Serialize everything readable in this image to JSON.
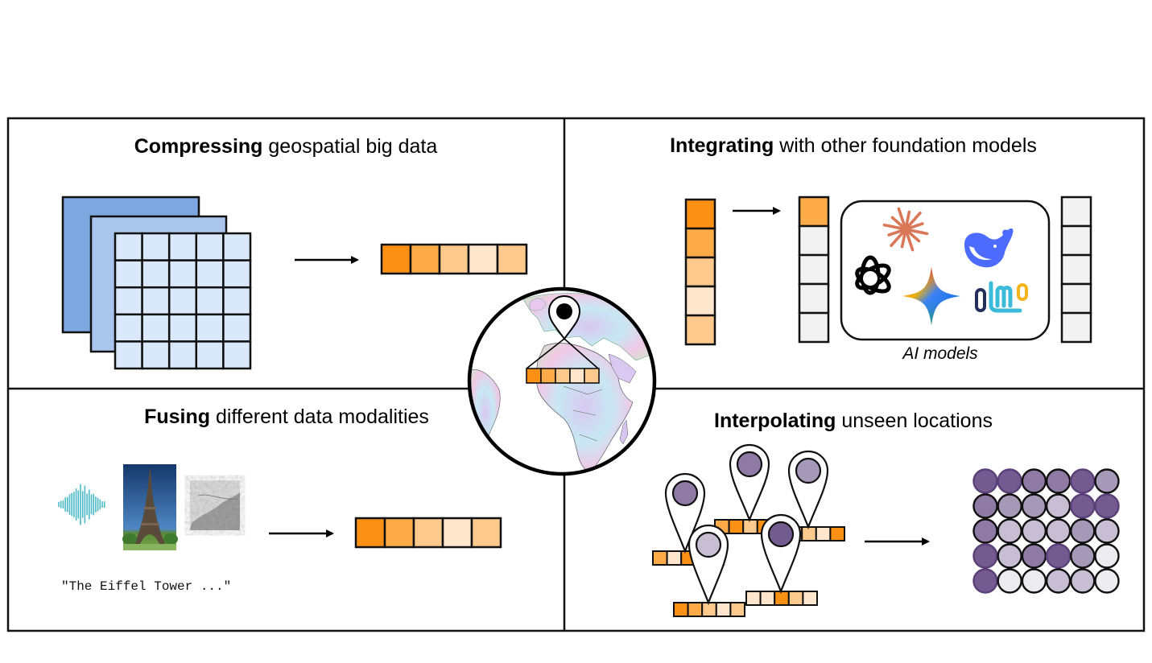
{
  "palette": {
    "orange": [
      "#fb9114",
      "#fdab48",
      "#fec98c",
      "#ffe6cd"
    ],
    "blue_layers": [
      "#7da7df",
      "#a9c5eb",
      "#dae8fb"
    ],
    "purple": [
      "#735b90",
      "#8e7aa5",
      "#a698b7",
      "#c7bed4",
      "#ecebf0"
    ],
    "empty_cell": "#f2f2f2"
  },
  "panels": {
    "compressing": {
      "title_bold": "Compressing",
      "title_rest": " geospatial big data",
      "grid_rows": 5,
      "grid_cols": 5,
      "output_vector": [
        0,
        1,
        2,
        3,
        2
      ]
    },
    "integrating": {
      "title_bold": "Integrating",
      "title_rest": " with other foundation models",
      "input_vector": [
        0,
        1,
        2,
        3,
        2
      ],
      "token_vector": [
        1,
        "e",
        "e",
        "e",
        "e"
      ],
      "output_vector": [
        "e",
        "e",
        "e",
        "e",
        "e"
      ],
      "ai_models_label": "AI models",
      "ai_logos": [
        "claude-logo",
        "openai-logo",
        "gemini-logo",
        "deepseek-logo",
        "olmo-logo"
      ]
    },
    "fusing": {
      "title_bold": "Fusing",
      "title_rest": " different data modalities",
      "modalities": [
        "audio-waveform",
        "eiffel-tower-photo",
        "satellite-image"
      ],
      "text_sample": "\"The Eiffel Tower ...\"",
      "output_vector": [
        0,
        1,
        2,
        3,
        2
      ]
    },
    "interpolating": {
      "title_bold": "Interpolating",
      "title_rest": " unseen locations",
      "pins": [
        {
          "purple": 1,
          "vector": [
            1,
            3,
            0,
            0,
            2
          ]
        },
        {
          "purple": 1,
          "vector": [
            1,
            0,
            2,
            0,
            3
          ]
        },
        {
          "purple": 2,
          "vector": [
            0,
            1,
            2,
            3,
            0
          ]
        },
        {
          "purple": 3,
          "vector": [
            0,
            1,
            2,
            3,
            2
          ]
        },
        {
          "purple": 0,
          "vector": [
            3,
            3,
            0,
            2,
            3
          ]
        }
      ],
      "output_grid": [
        [
          0,
          0,
          1,
          1,
          0,
          2
        ],
        [
          1,
          2,
          2,
          3,
          0,
          0
        ],
        [
          1,
          3,
          3,
          3,
          2,
          3
        ],
        [
          0,
          3,
          1,
          0,
          2,
          4
        ],
        [
          0,
          4,
          4,
          3,
          3,
          4
        ]
      ]
    }
  },
  "center": {
    "globe": "world-map-globe",
    "pin_vector": [
      0,
      1,
      2,
      3,
      2
    ]
  }
}
